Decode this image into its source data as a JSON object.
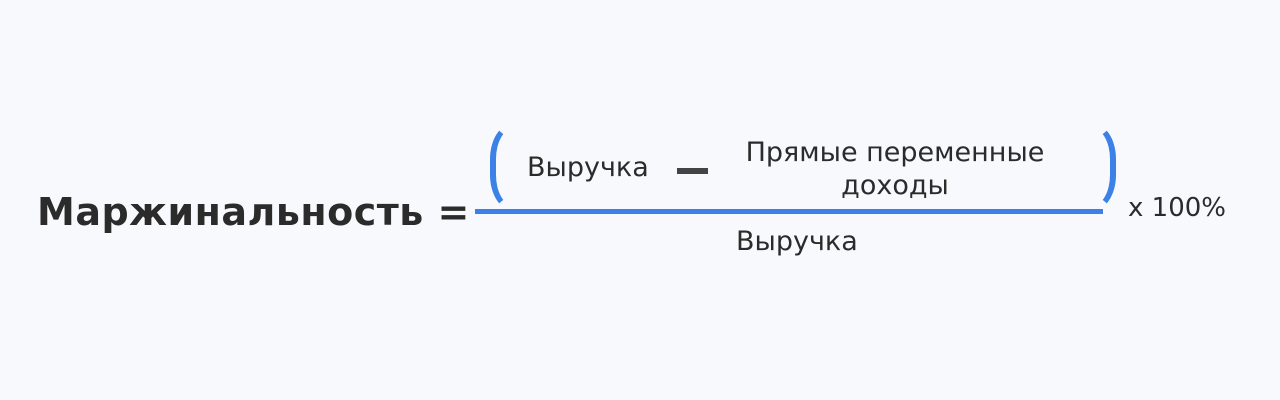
{
  "formula": {
    "lhs": "Маржинальность =",
    "numerator": {
      "term_a": "Выручка",
      "operator": "minus",
      "term_b_line1": "Прямые переменные",
      "term_b_line2": "доходы"
    },
    "denominator": "Выручка",
    "multiplier": "x 100%"
  },
  "colors": {
    "accent": "#3c82e6",
    "text": "#2b2b2b",
    "background": "#f8f9fc"
  }
}
